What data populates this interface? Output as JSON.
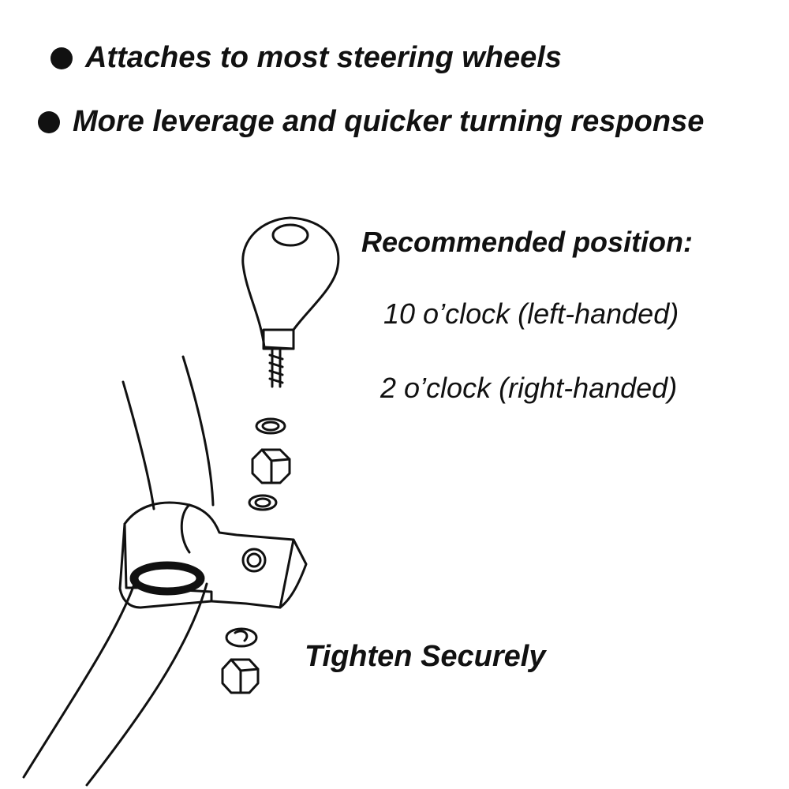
{
  "features": [
    "Attaches to most steering wheels",
    "More leverage and quicker turning response"
  ],
  "recommended": {
    "heading": "Recommended position:",
    "positions": [
      "10 o’clock (left-handed)",
      "2 o’clock (right-handed)"
    ]
  },
  "instruction": "Tighten Securely",
  "icons": {
    "bullet": "black-dot",
    "knob": "spinner-knob",
    "clamp": "wheel-clamp"
  }
}
